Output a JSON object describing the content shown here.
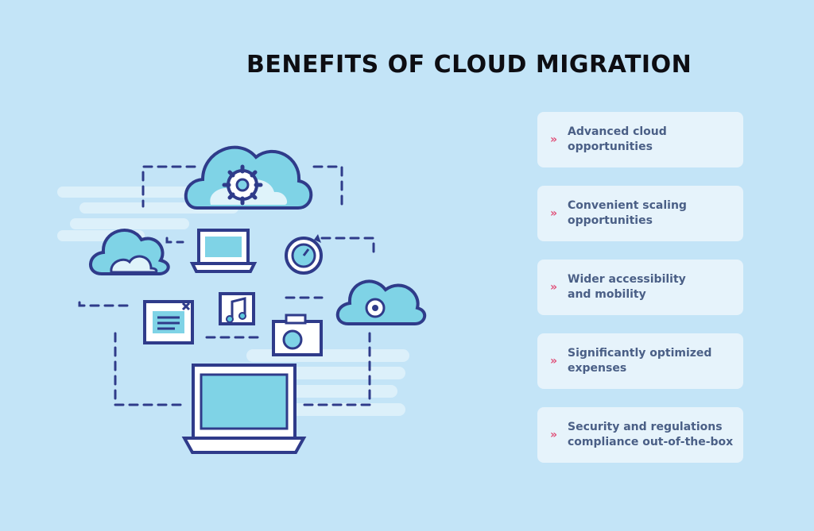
{
  "header": {
    "title": "BENEFITS OF CLOUD MIGRATION"
  },
  "benefits": {
    "marker": "»",
    "items": [
      {
        "label": "Advanced cloud\nopportunities"
      },
      {
        "label": "Convenient scaling\nopportunities"
      },
      {
        "label": "Wider accessibility\nand mobility"
      },
      {
        "label": "Significantly optimized\nexpenses"
      },
      {
        "label": "Security and regulations\ncompliance out-of-the-box"
      }
    ]
  },
  "colors": {
    "background": "#c3e4f7",
    "card": "#e6f3fb",
    "accent": "#e0527a",
    "text": "#4a5f86",
    "outline": "#2f3b8a",
    "fill": "#5cc8dc"
  }
}
